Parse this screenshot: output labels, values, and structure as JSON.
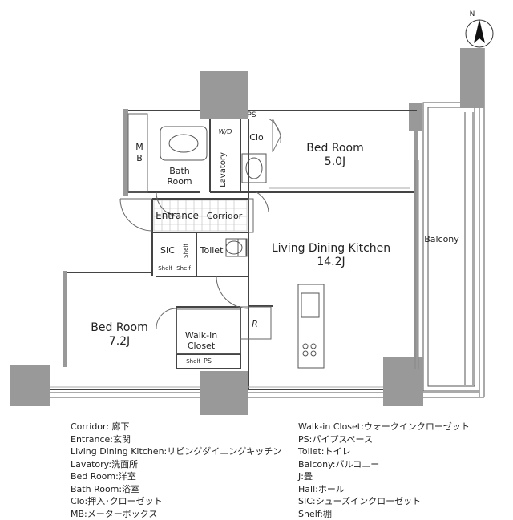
{
  "rooms": {
    "bed_room_1": {
      "name": "Bed Room",
      "size": "5.0J"
    },
    "bed_room_2": {
      "name": "Bed Room",
      "size": "7.2J"
    },
    "ldk": {
      "name": "Living Dining Kitchen",
      "size": "14.2J"
    },
    "balcony": "Balcony",
    "entrance": "Entrance",
    "corridor": "Corridor",
    "sic": "SIC",
    "toilet": "Toilet",
    "bath_room": {
      "line1": "Bath",
      "line2": "Room"
    },
    "lavatory": "Lavatory",
    "clo": "Clo",
    "mb": {
      "line1": "M",
      "line2": "B"
    },
    "ps_top": "PS",
    "ps_bottom": "PS",
    "wd": "W/D",
    "walk_in_closet": {
      "line1": "Walk-in",
      "line2": "Closet"
    },
    "shelf_1": "Shelf",
    "shelf_2": "Shelf",
    "shelf_3": "Shelf",
    "shelf_4": "Shelf",
    "refrigerator": "R"
  },
  "compass": {
    "north": "N"
  },
  "legend": {
    "left": [
      "Corridor: 廊下",
      "Entrance:玄関",
      "Living Dining Kitchen:リビングダイニングキッチン",
      "Lavatory:洗面所",
      "Bed Room:洋室",
      "Bath Room:浴室",
      "Clo:押入･クローゼット",
      "MB:メーターボックス"
    ],
    "right": [
      "Walk-in Closet:ウォークインクローゼット",
      "PS:パイプスペース",
      "Toilet:トイレ",
      "Balcony:バルコニー",
      "J:畳",
      "Hall:ホール",
      "SIC:シューズインクローゼット",
      "Shelf:棚"
    ]
  }
}
